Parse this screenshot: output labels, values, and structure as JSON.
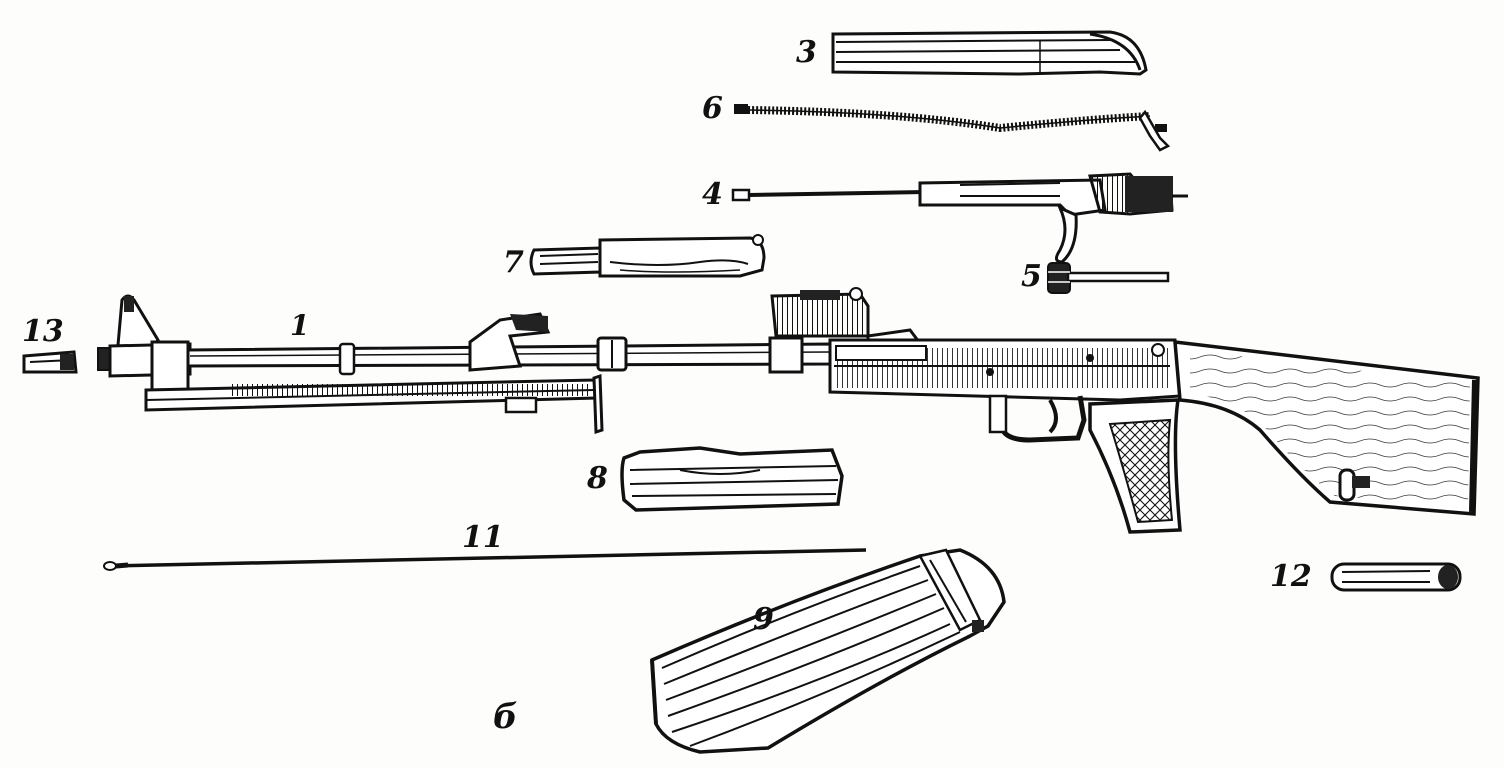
{
  "palette": {
    "ink": "#111111",
    "paper": "#fdfdfc",
    "shade": "#3a3a3a"
  },
  "labels": {
    "part_1": "1",
    "part_3": "3",
    "part_4": "4",
    "part_5": "5",
    "part_6": "6",
    "part_7": "7",
    "part_8": "8",
    "part_9": "9",
    "part_11": "11",
    "part_12": "12",
    "part_13": "13",
    "figure": "б"
  }
}
